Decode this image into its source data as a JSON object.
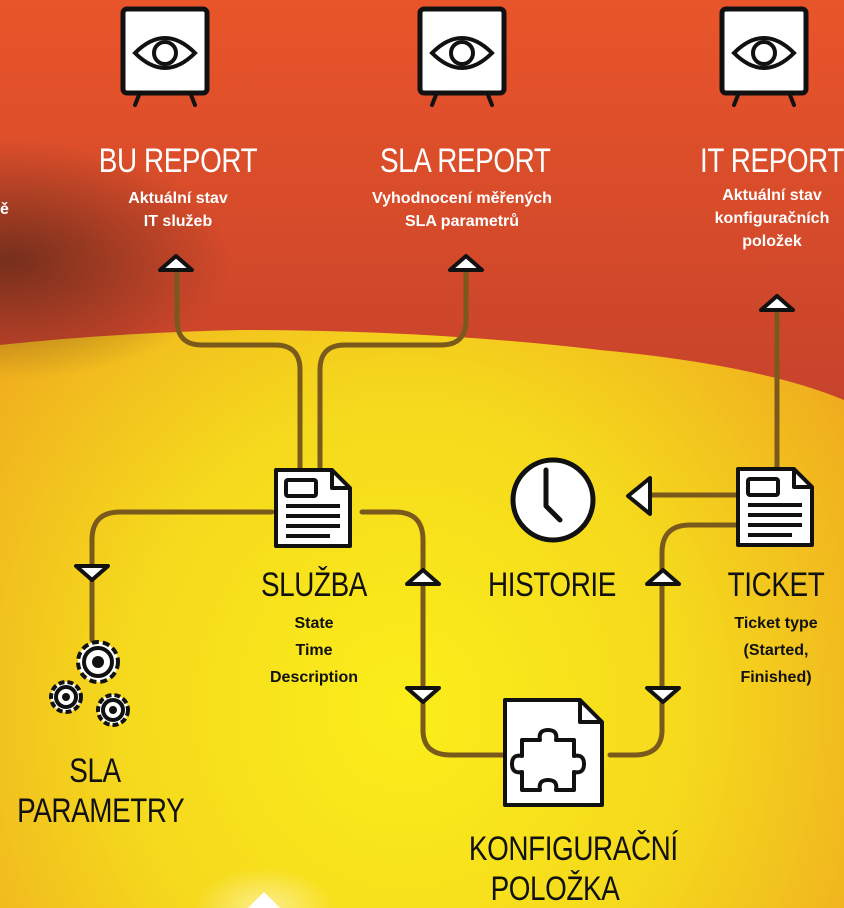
{
  "colors": {
    "orange_top": "#e8532a",
    "orange_bottom": "#c9422a",
    "yellow_center": "#f5e21c",
    "orange_edge": "#e98a1f",
    "line": "#7a5a1c",
    "icon_fill": "#ffffff",
    "icon_stroke": "#111111"
  },
  "reports": {
    "bu": {
      "title": "BU REPORT",
      "line1": "Aktuální stav",
      "line2": "IT služeb"
    },
    "sla": {
      "title": "SLA REPORT",
      "line1": "Vyhodnocení měřených",
      "line2": "SLA parametrů"
    },
    "it": {
      "title": "IT REPORT",
      "line1": "Aktuální stav",
      "line2": "konfiguračních",
      "line3": "položek"
    }
  },
  "left_partial_text": "ě",
  "nodes": {
    "sluzba": {
      "title": "SLUŽBA",
      "line1": "State",
      "line2": "Time",
      "line3": "Description"
    },
    "historie": {
      "title": "HISTORIE"
    },
    "ticket": {
      "title": "TICKET",
      "line1": "Ticket type",
      "line2": "(Started,",
      "line3": "Finished)"
    },
    "sla_parametry": {
      "line1": "SLA",
      "line2": "PARAMETRY"
    },
    "konfiguracni": {
      "line1": "KONFIGURAČNÍ",
      "line2": "POLOŽKA"
    }
  },
  "icons": {
    "monitor": "eye-monitor-icon",
    "document": "document-icon",
    "clock": "clock-icon",
    "gears": "gears-icon",
    "puzzle": "puzzle-document-icon",
    "arrow_up": "arrow-up-icon",
    "arrow_down": "arrow-down-icon",
    "arrow_left": "arrow-left-icon"
  }
}
